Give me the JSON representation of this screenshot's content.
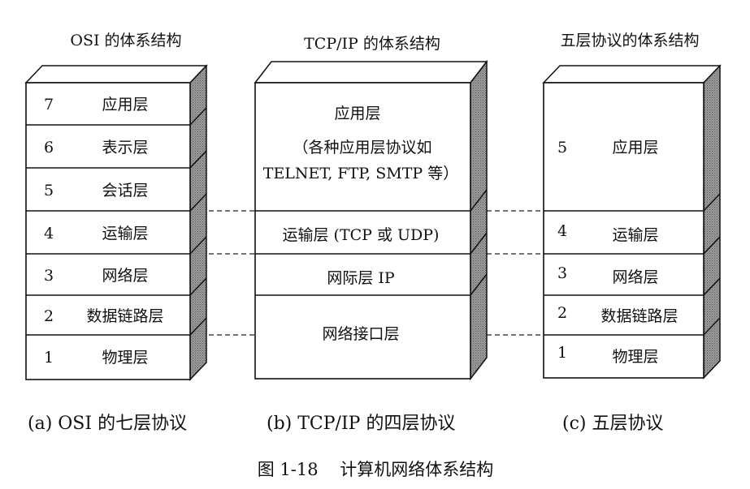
{
  "columns": [
    {
      "title": "OSI 的体系结构",
      "caption": "(a) OSI 的七层协议",
      "layers": [
        {
          "num": "7",
          "lines": [
            "应用层"
          ]
        },
        {
          "num": "6",
          "lines": [
            "表示层"
          ]
        },
        {
          "num": "5",
          "lines": [
            "会话层"
          ]
        },
        {
          "num": "4",
          "lines": [
            "运输层"
          ]
        },
        {
          "num": "3",
          "lines": [
            "网络层"
          ]
        },
        {
          "num": "2",
          "lines": [
            "数据链路层"
          ]
        },
        {
          "num": "1",
          "lines": [
            "物理层"
          ]
        }
      ]
    },
    {
      "title": "TCP/IP 的体系结构",
      "caption": "(b) TCP/IP 的四层协议",
      "layers": [
        {
          "num": "",
          "lines": [
            "应用层",
            "（各种应用层协议如",
            "TELNET, FTP, SMTP 等）"
          ]
        },
        {
          "num": "",
          "lines": [
            "运输层 (TCP 或 UDP)"
          ]
        },
        {
          "num": "",
          "lines": [
            "网际层 IP"
          ]
        },
        {
          "num": "",
          "lines": [
            "网络接口层"
          ]
        }
      ]
    },
    {
      "title": "五层协议的体系结构",
      "caption": "(c)  五层协议",
      "layers": [
        {
          "num": "5",
          "lines": [
            "应用层"
          ]
        },
        {
          "num": "4",
          "lines": [
            "运输层"
          ]
        },
        {
          "num": "3",
          "lines": [
            "网络层"
          ]
        },
        {
          "num": "2",
          "lines": [
            "数据链路层"
          ]
        },
        {
          "num": "1",
          "lines": [
            "物理层"
          ]
        }
      ]
    }
  ],
  "figure_caption": "图 1-18    计算机网络体系结构"
}
